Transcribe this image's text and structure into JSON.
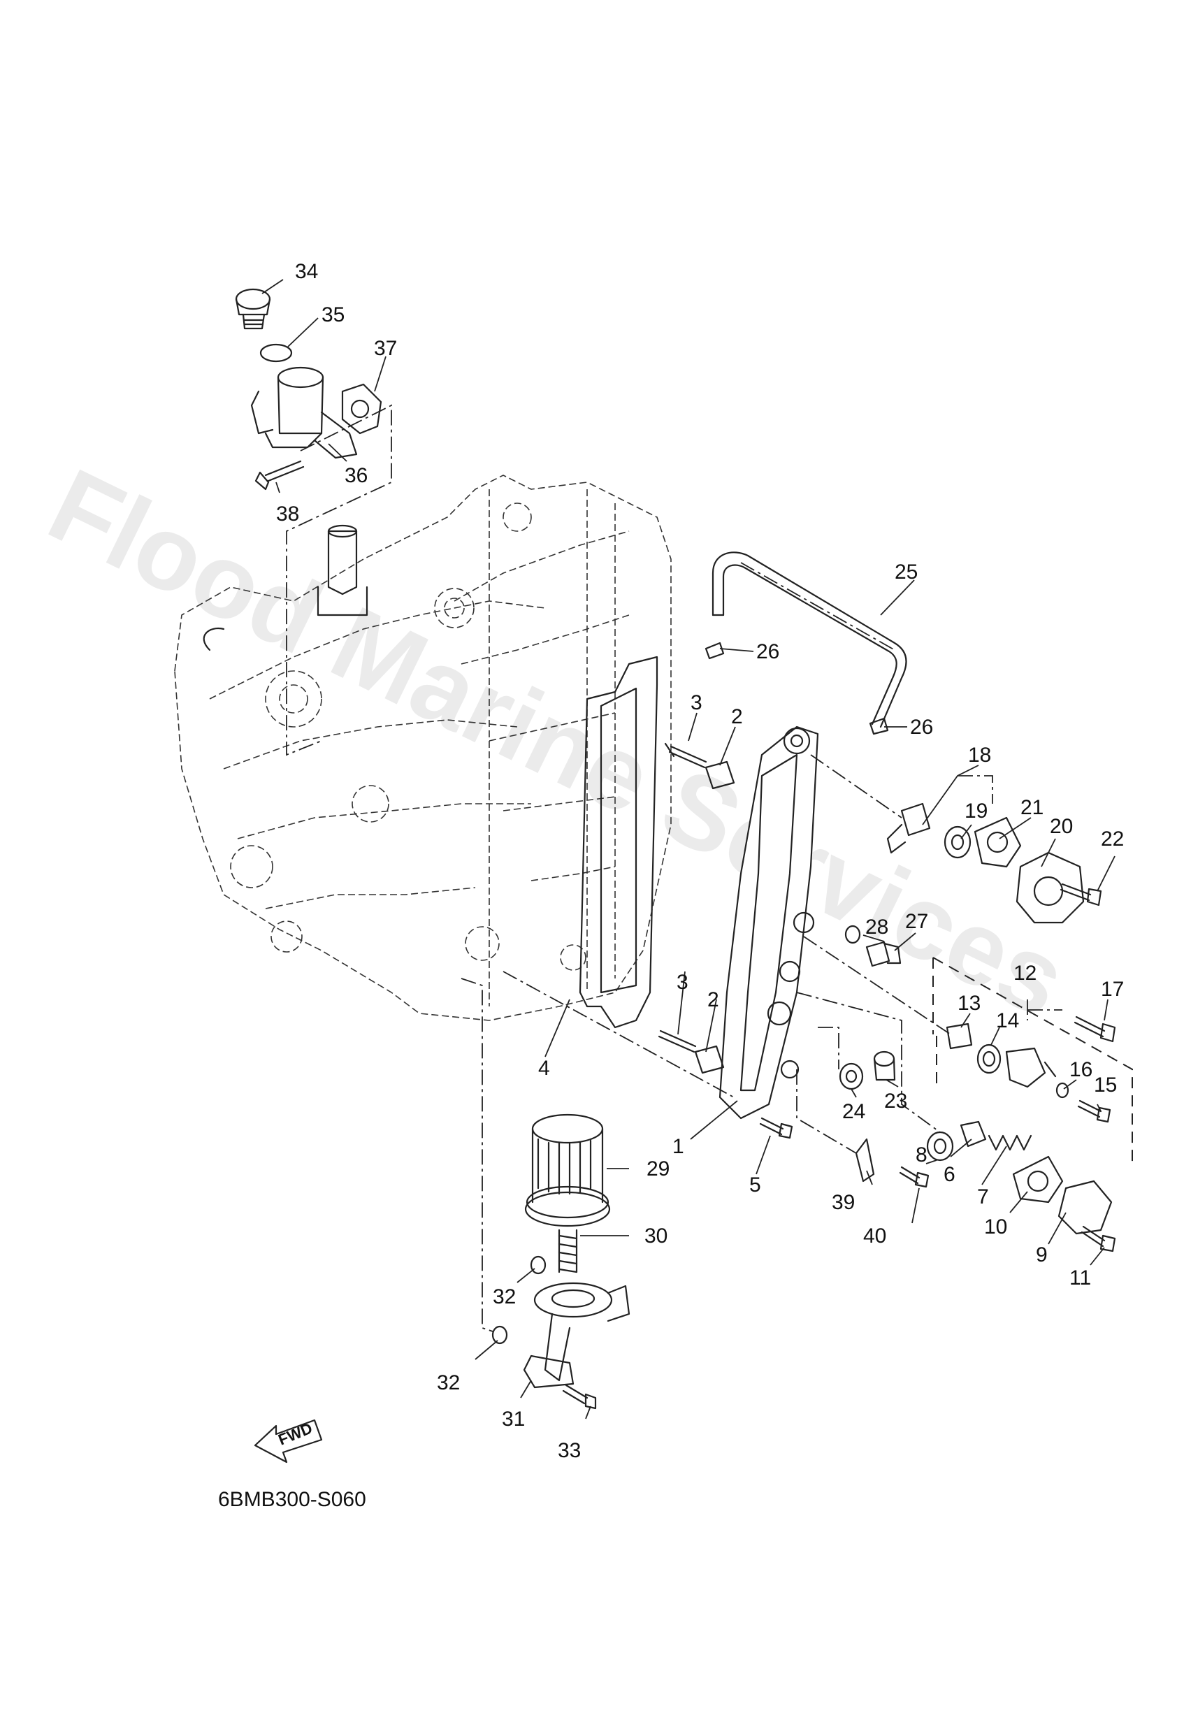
{
  "diagram_code": "6BMB300-S060",
  "watermark": "Flood Marine Services",
  "fwd_label": "FWD",
  "callouts": {
    "n1": "1",
    "n2a": "2",
    "n2b": "2",
    "n3a": "3",
    "n3b": "3",
    "n4": "4",
    "n5": "5",
    "n6": "6",
    "n7": "7",
    "n8": "8",
    "n9": "9",
    "n10": "10",
    "n11": "11",
    "n12": "12",
    "n13": "13",
    "n14": "14",
    "n15": "15",
    "n16": "16",
    "n17": "17",
    "n18": "18",
    "n19": "19",
    "n20": "20",
    "n21": "21",
    "n22": "22",
    "n23": "23",
    "n24": "24",
    "n25": "25",
    "n26a": "26",
    "n26b": "26",
    "n27": "27",
    "n28": "28",
    "n29": "29",
    "n30": "30",
    "n31": "31",
    "n32a": "32",
    "n32b": "32",
    "n33": "33",
    "n34": "34",
    "n35": "35",
    "n36": "36",
    "n37": "37",
    "n38": "38",
    "n39": "39",
    "n40": "40"
  }
}
